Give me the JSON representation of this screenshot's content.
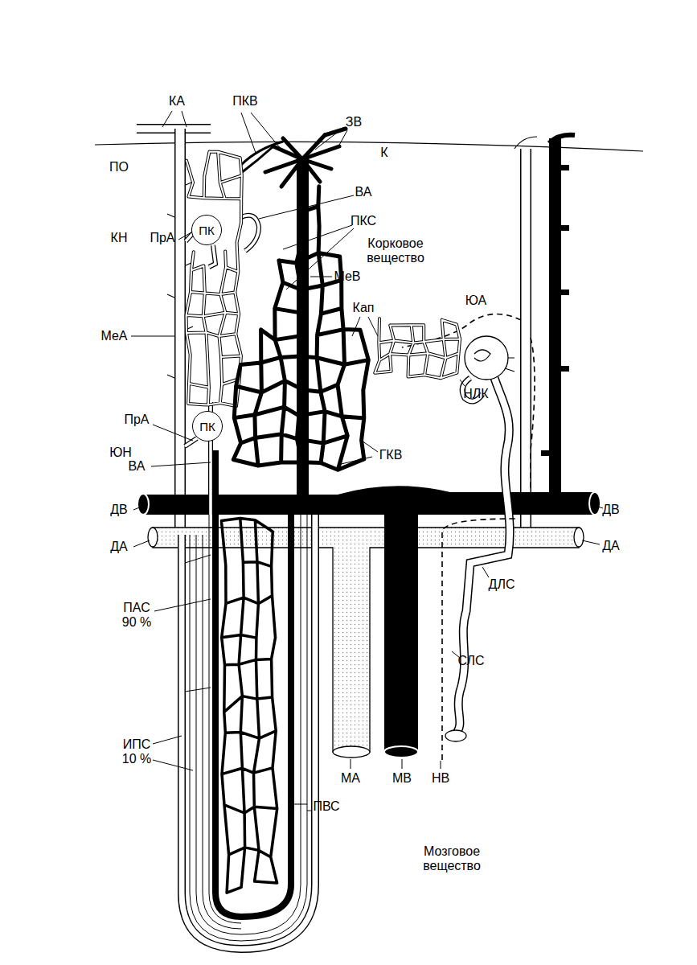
{
  "diagram": {
    "nodes": [
      {
        "text": [
          "ПК"
        ]
      },
      {
        "text": [
          "ПК"
        ]
      }
    ],
    "labels": [
      "КА",
      "ПКВ",
      "ЗВ",
      "К",
      "ПО",
      "ВА",
      "ПКС",
      "Корковое вещество",
      "КН",
      "ПрА",
      "МеВ",
      "Кап",
      "ЮА",
      "МеА",
      "НЛК",
      "ПрА",
      "ЮН",
      "ВА",
      "ГКВ",
      "ДВ",
      "ДВ",
      "ДА",
      "ДА",
      "ДЛС",
      "ПАС 90 %",
      "СЛС",
      "ИПС 10 %",
      "МА",
      "МВ",
      "НВ",
      "ПВС",
      "Мозговое вещество"
    ]
  }
}
